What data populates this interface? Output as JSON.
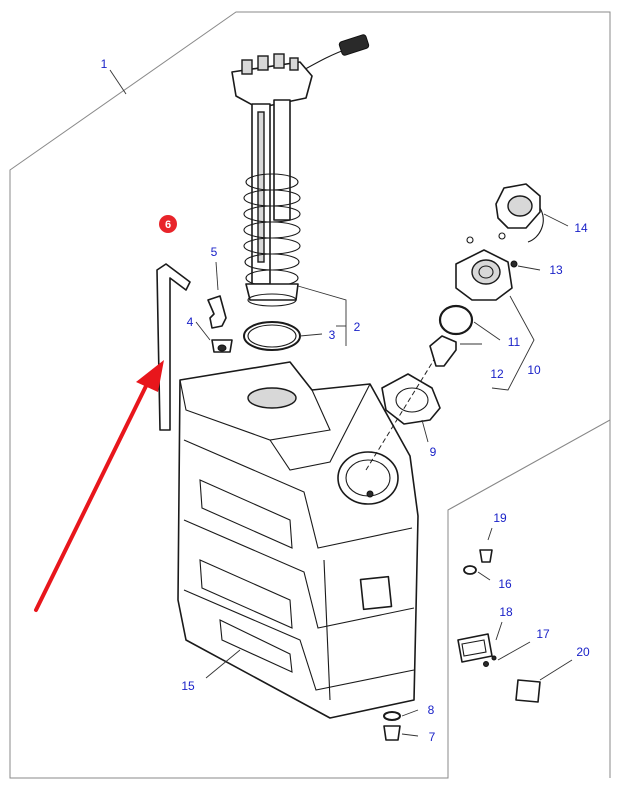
{
  "callouts": {
    "c1": "1",
    "c2": "2",
    "c3": "3",
    "c4": "4",
    "c5": "5",
    "c6": "6",
    "c7": "7",
    "c8": "8",
    "c9": "9",
    "c10": "10",
    "c11": "11",
    "c12": "12",
    "c13": "13",
    "c14": "14",
    "c15": "15",
    "c16": "16",
    "c17": "17",
    "c18": "18",
    "c19": "19",
    "c20": "20"
  },
  "highlighted_part": "6",
  "colors": {
    "callout_text": "#1a22c8",
    "highlight_badge": "#e8242a",
    "pointer_arrow": "#e8161c",
    "line_art": "#1a1a1a",
    "frame": "#8a8a8a"
  }
}
